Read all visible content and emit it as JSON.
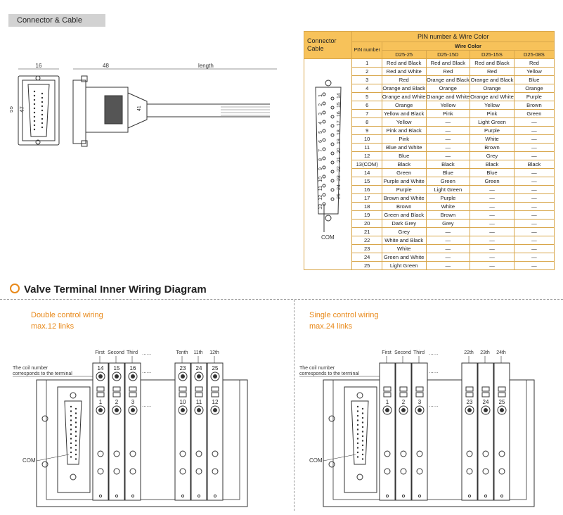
{
  "section_connector": "Connector & Cable",
  "drawing": {
    "dim_top_left": "16",
    "dim_top_mid": "48",
    "dim_length": "length",
    "dim_55": "55",
    "dim_47": "47",
    "dim_41": "41"
  },
  "pin_table": {
    "connector_cable_label": "Connector\nCable",
    "pin_header": "PIN number & Wire Color",
    "pin_number_label": "PIN number",
    "wire_color_label": "Wire Color",
    "columns": [
      "D25-25",
      "D25-15D",
      "D25-15S",
      "D25-08S"
    ],
    "rows": [
      [
        "1",
        "Red and Black",
        "Red and Black",
        "Red and Black",
        "Red"
      ],
      [
        "2",
        "Red and White",
        "Red",
        "Red",
        "Yellow"
      ],
      [
        "3",
        "Red",
        "Orange and Black",
        "Orange and Black",
        "Blue"
      ],
      [
        "4",
        "Orange and Black",
        "Orange",
        "Orange",
        "Orange"
      ],
      [
        "5",
        "Orange and White",
        "Orange and White",
        "Orange and White",
        "Purple"
      ],
      [
        "6",
        "Orange",
        "Yellow",
        "Yellow",
        "Brown"
      ],
      [
        "7",
        "Yellow and Black",
        "Pink",
        "Pink",
        "Green"
      ],
      [
        "8",
        "Yellow",
        "—",
        "Light Green",
        "—"
      ],
      [
        "9",
        "Pink and Black",
        "—",
        "Purple",
        "—"
      ],
      [
        "10",
        "Pink",
        "—",
        "White",
        "—"
      ],
      [
        "11",
        "Blue and White",
        "—",
        "Brown",
        "—"
      ],
      [
        "12",
        "Blue",
        "—",
        "Grey",
        "—"
      ],
      [
        "13(COM)",
        "Black",
        "Black",
        "Black",
        "Black"
      ],
      [
        "14",
        "Green",
        "Blue",
        "Blue",
        "—"
      ],
      [
        "15",
        "Purple and White",
        "Green",
        "Green",
        "—"
      ],
      [
        "16",
        "Purple",
        "Light Green",
        "—",
        "—"
      ],
      [
        "17",
        "Brown and White",
        "Purple",
        "—",
        "—"
      ],
      [
        "18",
        "Brown",
        "White",
        "—",
        "—"
      ],
      [
        "19",
        "Green and Black",
        "Brown",
        "—",
        "—"
      ],
      [
        "20",
        "Dark Grey",
        "Grey",
        "—",
        "—"
      ],
      [
        "21",
        "Grey",
        "—",
        "—",
        "—"
      ],
      [
        "22",
        "White and Black",
        "—",
        "—",
        "—"
      ],
      [
        "23",
        "White",
        "—",
        "—",
        "—"
      ],
      [
        "24",
        "Green and White",
        "—",
        "—",
        "—"
      ],
      [
        "25",
        "Light Green",
        "—",
        "—",
        "—"
      ]
    ],
    "connector_pins_left": [
      "1",
      "2",
      "3",
      "4",
      "5",
      "6",
      "7",
      "8",
      "9",
      "10",
      "11",
      "12",
      "13"
    ],
    "connector_pins_right": [
      "14",
      "15",
      "16",
      "17",
      "18",
      "19",
      "20",
      "21",
      "22",
      "23",
      "24",
      "25"
    ],
    "com_label": "COM"
  },
  "wiring": {
    "title": "Valve Terminal Inner Wiring Diagram",
    "double": {
      "title": "Double control wiring",
      "max": "max.12 links",
      "positions": [
        "First",
        "Second",
        "Third",
        "Tenth",
        "11th",
        "12th"
      ],
      "top_numbers": [
        "14",
        "15",
        "16",
        "23",
        "24",
        "25"
      ],
      "bottom_numbers": [
        "1",
        "2",
        "3",
        "10",
        "11",
        "12"
      ],
      "coil_note": "The coil number\ncorresponds to the terminal",
      "com": "COM",
      "ellipsis": "......"
    },
    "single": {
      "title": "Single control wiring",
      "max": "max.24 links",
      "positions": [
        "First",
        "Second",
        "Third",
        "22th",
        "23th",
        "24th"
      ],
      "bottom_numbers": [
        "1",
        "2",
        "3",
        "23",
        "24",
        "25"
      ],
      "coil_note": "The coil number\ncorresponds to the terminal",
      "com": "COM",
      "ellipsis": "......"
    }
  },
  "colors": {
    "table_header": "#f7c25a",
    "table_border": "#d8a64a",
    "accent_orange": "#e8891a"
  }
}
